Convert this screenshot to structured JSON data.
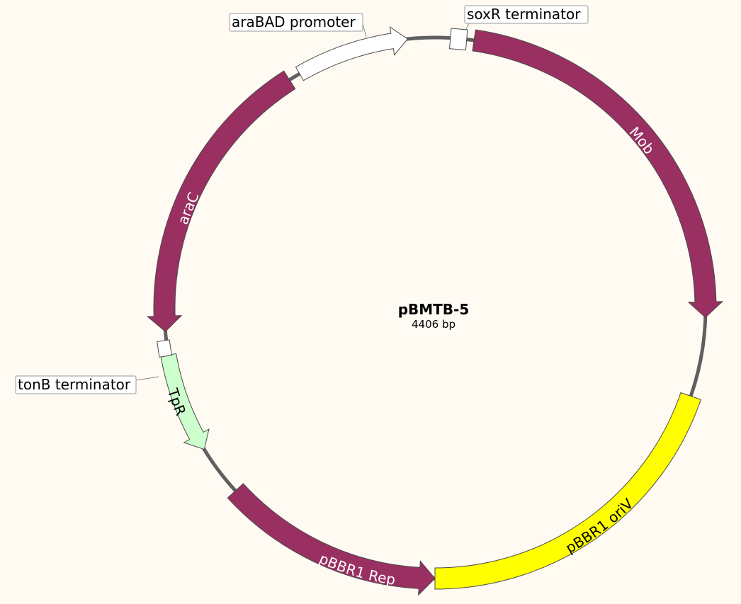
{
  "plasmid": {
    "name": "pBMTB-5",
    "size_label": "4406 bp"
  },
  "features": [
    {
      "id": "mob",
      "label": "Mob",
      "type": "cds",
      "direction": "forward",
      "color": "#993061",
      "label_color": "#ffffff"
    },
    {
      "id": "oriv",
      "label": "pBBR1 oriV",
      "type": "rep_origin",
      "direction": "none",
      "color": "#ffff00",
      "label_color": "#000000"
    },
    {
      "id": "rep",
      "label": "pBBR1 Rep",
      "type": "cds",
      "direction": "reverse",
      "color": "#993061",
      "label_color": "#ffffff"
    },
    {
      "id": "tpr",
      "label": "TpR",
      "type": "cds",
      "direction": "reverse",
      "color": "#ccffcc",
      "label_color": "#000000"
    },
    {
      "id": "tonb",
      "label": "tonB terminator",
      "type": "terminator",
      "direction": "none",
      "color": "#ffffff",
      "label_color": "#000000"
    },
    {
      "id": "arac",
      "label": "araC",
      "type": "cds",
      "direction": "reverse",
      "color": "#993061",
      "label_color": "#ffffff"
    },
    {
      "id": "arabad",
      "label": "araBAD promoter",
      "type": "promoter",
      "direction": "forward",
      "color": "#ffffff",
      "label_color": "#000000"
    },
    {
      "id": "soxr",
      "label": "soxR terminator",
      "type": "terminator",
      "direction": "none",
      "color": "#ffffff",
      "label_color": "#000000"
    }
  ],
  "colors": {
    "background": "#fffbf3",
    "backbone": "#5f5f5f",
    "outline": "#4a4a4a"
  }
}
